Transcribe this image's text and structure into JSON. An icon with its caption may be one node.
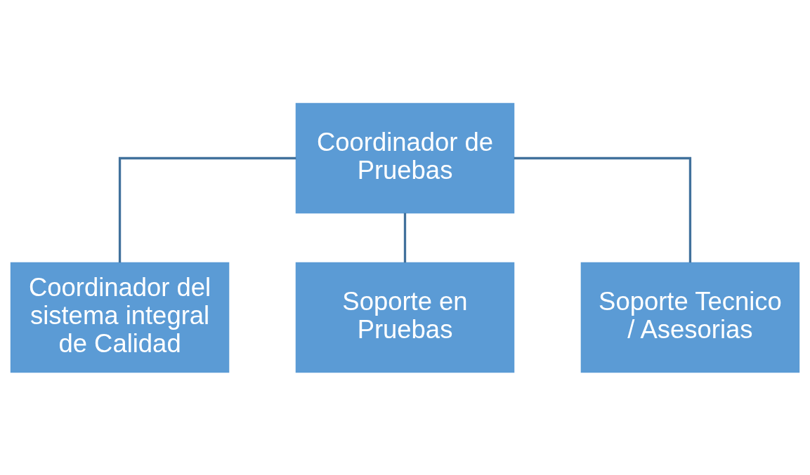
{
  "diagram": {
    "nodes": [
      {
        "text": [
          "Coordinador de Pruebas"
        ]
      },
      {
        "text": [
          "Coordinador del sistema integral de Calidad"
        ]
      },
      {
        "text": [
          "Soporte en Pruebas"
        ]
      },
      {
        "text": [
          "Soporte Tecnico / Asesorias"
        ]
      }
    ],
    "edges": [
      {
        "from": 0,
        "to": 1,
        "arrow": "none"
      },
      {
        "from": 0,
        "to": 2,
        "arrow": "none"
      },
      {
        "from": 0,
        "to": 3,
        "arrow": "none"
      }
    ]
  }
}
